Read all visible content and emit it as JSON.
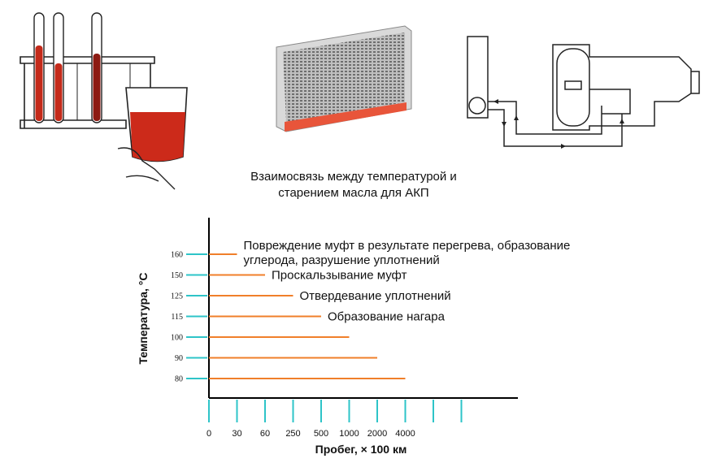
{
  "chart_data": {
    "type": "bar",
    "title": "Взаимосвязь между температурой и старением масла для АКП",
    "title_lines": [
      "Взаимосвязь между температурой и",
      "старением масла для АКП"
    ],
    "ylabel": "Температура, °С",
    "xlabel": "Пробег, × 100 км",
    "x_ticks": [
      "0",
      "30",
      "60",
      "250",
      "500",
      "1000",
      "2000",
      "4000"
    ],
    "y_ticks": [
      "160",
      "150",
      "125",
      "115",
      "100",
      "90",
      "80"
    ],
    "bars": [
      {
        "temperature": "160",
        "mileage": "30"
      },
      {
        "temperature": "150",
        "mileage": "60"
      },
      {
        "temperature": "125",
        "mileage": "250"
      },
      {
        "temperature": "115",
        "mileage": "500"
      },
      {
        "temperature": "100",
        "mileage": "1000"
      },
      {
        "temperature": "90",
        "mileage": "2000"
      },
      {
        "temperature": "80",
        "mileage": "4000"
      }
    ],
    "annotations": [
      {
        "temperature": "160",
        "lines": [
          "Повреждение муфт в результате перегрева, образование",
          "углерода, разрушение уплотнений"
        ]
      },
      {
        "temperature": "150",
        "lines": [
          "Проскальзывание муфт"
        ]
      },
      {
        "temperature": "125",
        "lines": [
          "Отвердевание уплотнений"
        ]
      },
      {
        "temperature": "115",
        "lines": [
          "Образование нагара"
        ]
      }
    ],
    "colors": {
      "bar": "#f07f2a",
      "tick": "#2ec4c8",
      "axis": "#000000"
    }
  },
  "illustrations": {
    "left": "test-tubes-and-beaker-with-red-oil",
    "middle": "oil-cooler-radiator",
    "right": "transmission-cooling-circuit-diagram"
  },
  "colors": {
    "oil_red": "#cc2a1a",
    "cooler_strip": "#e8553a"
  }
}
